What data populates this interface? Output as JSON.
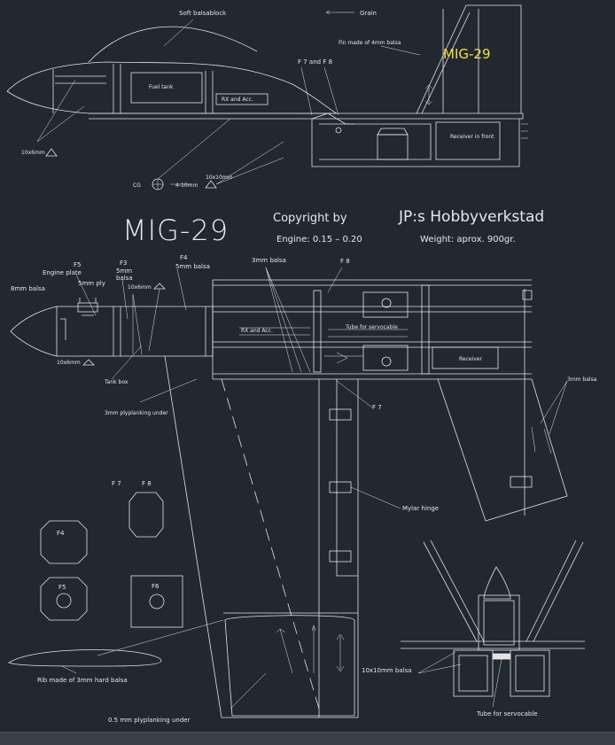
{
  "drawing": {
    "main_title": "MIG-29",
    "copyright": "Copyright by",
    "brand": "JP:s Hobbyverkstad",
    "engine": "Engine:  0.15 – 0.20",
    "weight": "Weight: aprox. 900gr.",
    "tail_title": "MIG-29",
    "colors": {
      "background": "#212830",
      "lines": "#e4e4e4",
      "accent": "#f2e23a",
      "statusbar": "#3b4047"
    }
  },
  "side_view": {
    "soft_balsablock": "Soft balsablock",
    "grain": "Grain",
    "fin_note": "Fin made of 4mm balsa",
    "f7f8": "F 7 and F 8",
    "fuel_tank": "Fuel tank",
    "rx_label": "RX and Acc.",
    "receiver": "Receiver in front",
    "dim_10x6": "10x6mm",
    "dim_cg": "CG",
    "dim_10mm": "4-10mm",
    "dim_10x10": "10x10mm"
  },
  "top_view": {
    "f5": "F5",
    "engine_plate": "Engine plate",
    "f3": "F3",
    "f3_5mm": "5mm",
    "f3_balsa": "balsa",
    "f4": "F4",
    "f4_balsa": "5mm balsa",
    "balsa_3mm": "3mm balsa",
    "f8": "F 8",
    "balsa_8mm": "8mm balsa",
    "ply_5mm": "5mm ply",
    "dim_10x6": "10x6mm",
    "dim_10x6b": "10x6mm",
    "tank_box": "Tank box",
    "planking": "3mm plyplanking under",
    "rx_acc": "RX and Acc.",
    "tube_servo": "Tube for servocable",
    "receiver": "Receiver",
    "f7": "F 7",
    "balsa_3mm_fin": "3mm balsa",
    "mylar": "Mylar hinge"
  },
  "formers": {
    "f7": "F 7",
    "f8": "F 8",
    "f4": "F4",
    "f5": "F5",
    "f6": "F6"
  },
  "misc": {
    "rib": "Rib made of 3mm hard balsa",
    "ply_under": "0.5 mm plyplanking under",
    "balsa_10x10": "10x10mm balsa",
    "tube_servo": "Tube for servocable"
  }
}
